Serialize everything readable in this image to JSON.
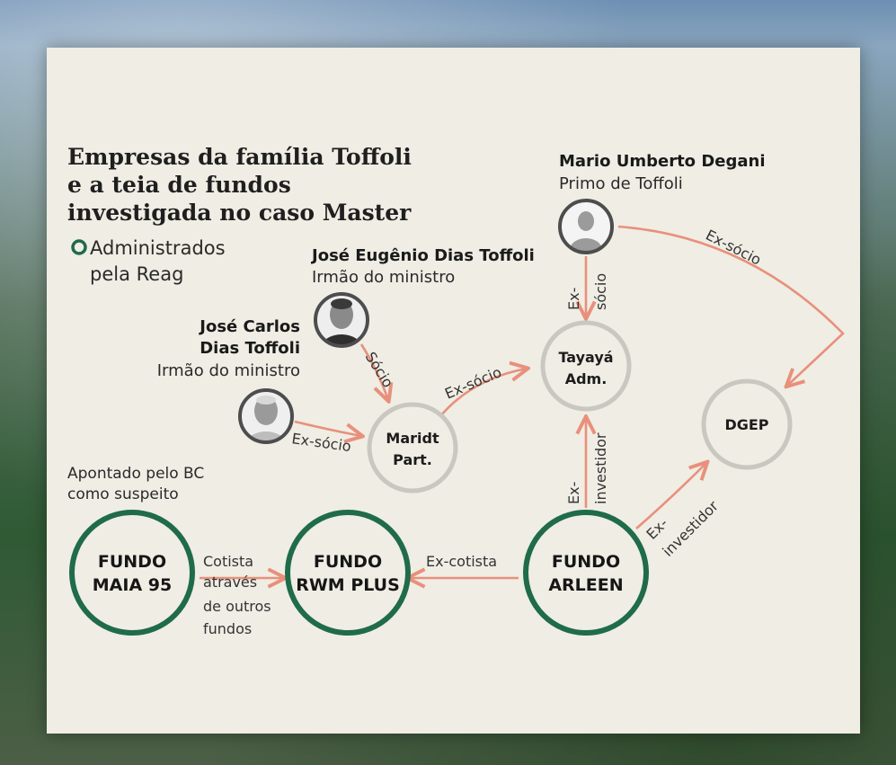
{
  "title_lines": [
    "Empresas da família Toffoli",
    "e a teia de fundos",
    "investigada no caso Master"
  ],
  "legend": {
    "lines": [
      "Administrados",
      "pela Reag"
    ],
    "marker_color": "#1f6b4a"
  },
  "note": {
    "lines": [
      "Apontado pelo BC",
      "como suspeito"
    ]
  },
  "colors": {
    "green": "#1f6b4a",
    "gray_ring": "#c9c8c0",
    "arrow": "#e8907c",
    "avatar_ring": "#4d4d4d",
    "background": "#efede4"
  },
  "people": {
    "jose_eugenio": {
      "name": "José Eugênio Dias Toffoli",
      "role": "Irmão do ministro",
      "icon": "person-photo-icon"
    },
    "jose_carlos": {
      "name_lines": [
        "José Carlos",
        "Dias Toffoli"
      ],
      "role": "Irmão do ministro",
      "icon": "person-photo-icon"
    },
    "mario": {
      "name": "Mario Umberto Degani",
      "role": "Primo de Toffoli",
      "icon": "person-silhouette-icon"
    }
  },
  "entities": {
    "maridt": {
      "lines": [
        "Maridt",
        "Part."
      ]
    },
    "tayaya": {
      "lines": [
        "Tayayá",
        "Adm."
      ]
    },
    "dgep": {
      "lines": [
        "DGEP"
      ]
    },
    "maia": {
      "lines": [
        "FUNDO",
        "MAIA 95"
      ]
    },
    "rwm": {
      "lines": [
        "FUNDO",
        "RWM PLUS"
      ]
    },
    "arleen": {
      "lines": [
        "FUNDO",
        "ARLEEN"
      ]
    }
  },
  "edges": {
    "eugenio_maridt": "Sócio",
    "carlos_maridt": "Ex-sócio",
    "maridt_tayaya": "Ex-sócio",
    "mario_tayaya": [
      "Ex-",
      "sócio"
    ],
    "mario_dgep": "Ex-sócio",
    "arleen_tayaya": [
      "Ex-",
      "investidor"
    ],
    "arleen_dgep": [
      "Ex-",
      "investidor"
    ],
    "arleen_rwm": "Ex-cotista",
    "maia_rwm": [
      "Cotista",
      "através",
      "de outros",
      "fundos"
    ]
  }
}
